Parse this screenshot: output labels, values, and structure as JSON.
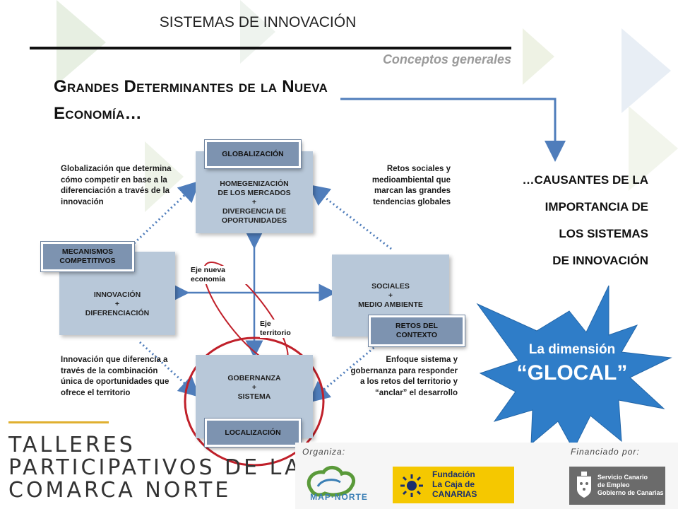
{
  "slide": {
    "title": "SISTEMAS DE INNOVACIÓN",
    "subtitle": "Conceptos generales",
    "heading": "Grandes Determinantes de la Nueva Economía…",
    "causes_lines": [
      "…CAUSANTES DE LA",
      "IMPORTANCIA DE",
      "LOS SISTEMAS",
      "DE INNOVACIÓN"
    ]
  },
  "diagram": {
    "nodes": {
      "globalizacion": {
        "tag": "GLOBALIZACIÓN",
        "lines": [
          "HOMEGENIZACIÓN",
          "DE LOS MERCADOS",
          "+",
          "DIVERGENCIA DE",
          "OPORTUNIDADES"
        ]
      },
      "mecanismos": {
        "tag_lines": [
          "MECANISMOS",
          "COMPETITIVOS"
        ],
        "lines": [
          "INNOVACIÓN",
          "+",
          "DIFERENCIACIÓN"
        ]
      },
      "retos": {
        "tag_lines": [
          "RETOS DEL",
          "CONTEXTO"
        ],
        "lines": [
          "SOCIALES",
          "+",
          "MEDIO AMBIENTE"
        ]
      },
      "localizacion": {
        "tag": "LOCALIZACIÓN",
        "lines": [
          "GOBERNANZA",
          "+",
          "SISTEMA"
        ]
      }
    },
    "descriptions": {
      "top_left": "Globalización que determina cómo competir en base a la diferenciación a través de la innovación",
      "top_right": "Retos sociales y medioambiental que marcan las grandes tendencias globales",
      "bottom_left": "Innovación que diferencia a través de la combinación única de oportunidades que ofrece el territorio",
      "bottom_right": "Enfoque sistema y gobernanza para responder a los retos del territorio y “anclar” el desarrollo"
    },
    "axes": {
      "economy": "Eje nueva economía",
      "territory": "Eje territorio"
    },
    "colors": {
      "node_fill": "#b8c8d9",
      "tag_fill": "#7d93b0",
      "arrow": "#4f7dbb",
      "highlight": "#c0202a",
      "starburst": "#2f7dc8"
    }
  },
  "glocal": {
    "line1": "La dimensión",
    "line2": "“GLOCAL”"
  },
  "footer": {
    "title_lines": [
      "TALLERES",
      "PARTICIPATIVOS DE LA",
      "COMARCA NORTE"
    ],
    "organiza_label": "Organiza:",
    "financiado_label": "Financiado por:",
    "logos": {
      "map_norte": "MAP·NORTE",
      "caja_lines": [
        "Fundación",
        "La Caja de CANARIAS"
      ],
      "sce_lines": [
        "Servicio Canario",
        "de Empleo",
        "Gobierno de Canarias"
      ]
    }
  }
}
